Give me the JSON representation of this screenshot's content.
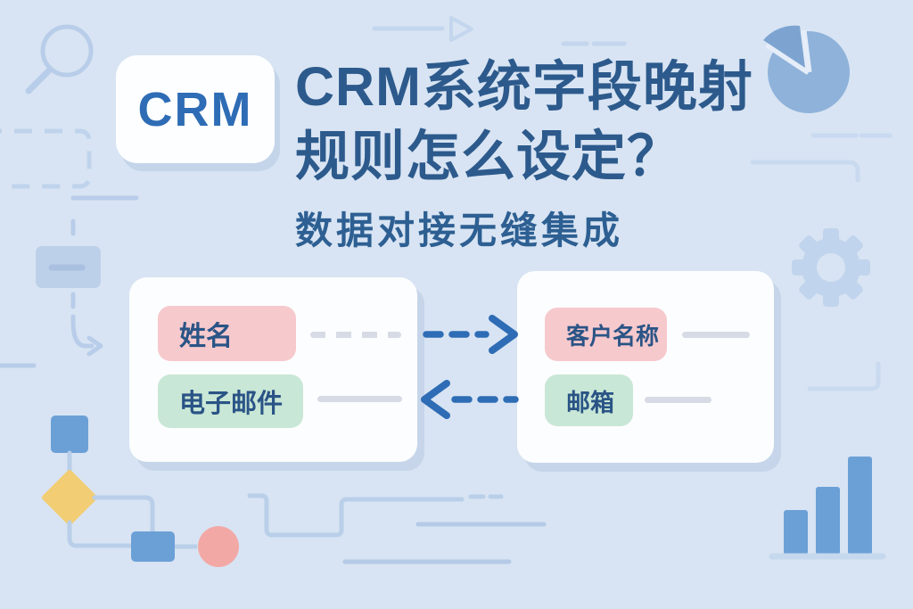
{
  "brand": {
    "logo": "CRM"
  },
  "header": {
    "title_line1": "CRM系统字段晚射",
    "title_line2": "规则怎么设定？",
    "subtitle": "数据对接无缝集成"
  },
  "mapping": {
    "source_card": {
      "fields": [
        {
          "label": "姓名",
          "badge_color": "pink",
          "connector": "dashed"
        },
        {
          "label": "电子邮件",
          "badge_color": "green",
          "connector": "solid"
        }
      ]
    },
    "target_card": {
      "fields": [
        {
          "label": "客户名称",
          "badge_color": "pink",
          "connector": "solid"
        },
        {
          "label": "邮箱",
          "badge_color": "green",
          "connector": "solid"
        }
      ]
    },
    "arrows": [
      {
        "from": "姓名",
        "to": "客户名称",
        "direction": "right",
        "style": "dashed"
      },
      {
        "from": "邮箱",
        "to": "电子邮件",
        "direction": "left",
        "style": "dashed"
      }
    ]
  },
  "colors": {
    "background": "#d8e4f3",
    "logo_blue": "#2e6cb5",
    "title_blue": "#2d5a8c",
    "pill_text_blue": "#2a5486",
    "pink_badge": "#f6c9cd",
    "green_badge": "#c9e7d6",
    "arrow_blue": "#2e6cb5",
    "decor_light_blue": "#bfd3ec",
    "decor_mid_blue": "#8fb2da",
    "decor_solid_blue": "#6ba0d6",
    "diamond_yellow": "#f2cd74",
    "circle_pink": "#f2a9a6"
  },
  "decorations": [
    "magnifier-icon",
    "dashed-rect",
    "play-triangle-icon",
    "pie-chart-icon",
    "gear-icon",
    "flowchart-shapes",
    "bar-chart-icon",
    "connector-lines"
  ]
}
